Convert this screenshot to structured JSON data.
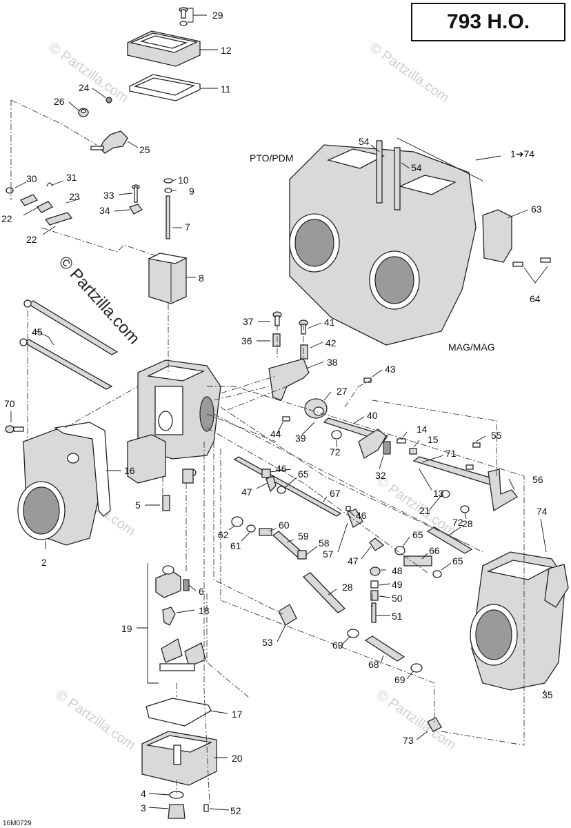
{
  "title": "793 H.O.",
  "diagram_code": "16M0729",
  "watermark_main": "© Partzilla.com",
  "watermark_faint": "© Partzilla.com",
  "assembly_labels": {
    "pto": "PTO/PDM",
    "mag": "MAG/MAG",
    "range": "1➔74"
  },
  "callouts": [
    "29",
    "12",
    "11",
    "24",
    "26",
    "25",
    "30",
    "31",
    "23",
    "22",
    "22",
    "33",
    "10",
    "9",
    "34",
    "7",
    "8",
    "54",
    "54",
    "63",
    "64",
    "45",
    "37",
    "41",
    "36",
    "42",
    "38",
    "43",
    "27",
    "40",
    "70",
    "16",
    "44",
    "39",
    "72",
    "14",
    "15",
    "55",
    "71",
    "32",
    "46",
    "65",
    "47",
    "13",
    "56",
    "21",
    "72",
    "28",
    "74",
    "5",
    "67",
    "2",
    "62",
    "60",
    "59",
    "61",
    "58",
    "46",
    "65",
    "57",
    "66",
    "47",
    "48",
    "65",
    "49",
    "6",
    "28",
    "50",
    "18",
    "51",
    "19",
    "53",
    "69",
    "68",
    "69",
    "35",
    "17",
    "73",
    "20",
    "4",
    "3",
    "52"
  ]
}
